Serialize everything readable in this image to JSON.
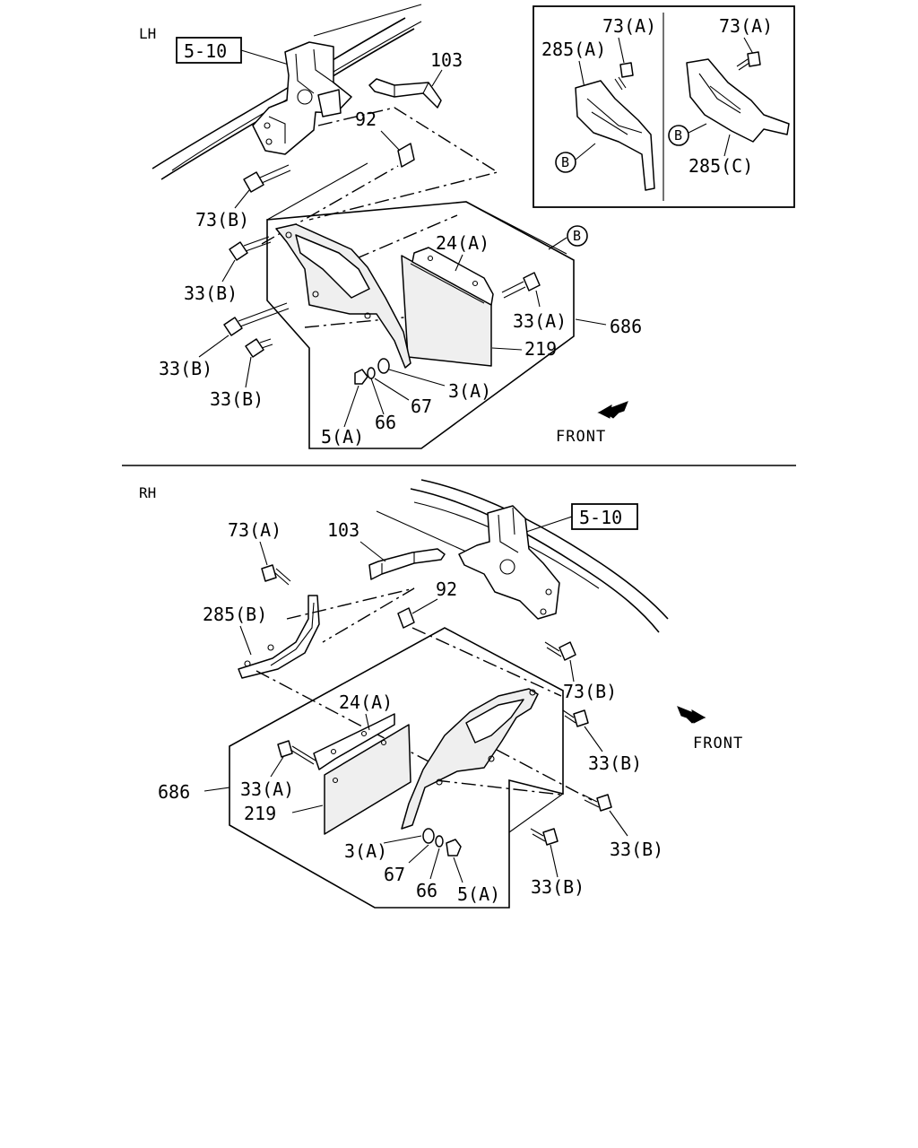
{
  "sections": {
    "lh": {
      "side_label": "LH",
      "ref_box": "5-10",
      "front_label": "FRONT",
      "callouts": {
        "c103": "103",
        "c92": "92",
        "c73b": "73(B)",
        "c24a": "24(A)",
        "c33b_1": "33(B)",
        "c33a": "33(A)",
        "c686": "686",
        "c219": "219",
        "c33b_2": "33(B)",
        "c33b_3": "33(B)",
        "c3a": "3(A)",
        "c67": "67",
        "c66": "66",
        "c5a": "5(A)",
        "circle_b": "B"
      }
    },
    "inset": {
      "left_73a": "73(A)",
      "left_285a": "285(A)",
      "left_circle_b": "B",
      "right_73a": "73(A)",
      "right_circle_b": "B",
      "right_285c": "285(C)"
    },
    "rh": {
      "side_label": "RH",
      "ref_box": "5-10",
      "front_label": "FRONT",
      "callouts": {
        "c73a": "73(A)",
        "c103": "103",
        "c92": "92",
        "c285b": "285(B)",
        "c73b": "73(B)",
        "c24a": "24(A)",
        "c33b_1": "33(B)",
        "c686": "686",
        "c33a": "33(A)",
        "c219": "219",
        "c3a": "3(A)",
        "c67": "67",
        "c66": "66",
        "c5a": "5(A)",
        "c33b_2": "33(B)",
        "c33b_3": "33(B)"
      }
    }
  }
}
